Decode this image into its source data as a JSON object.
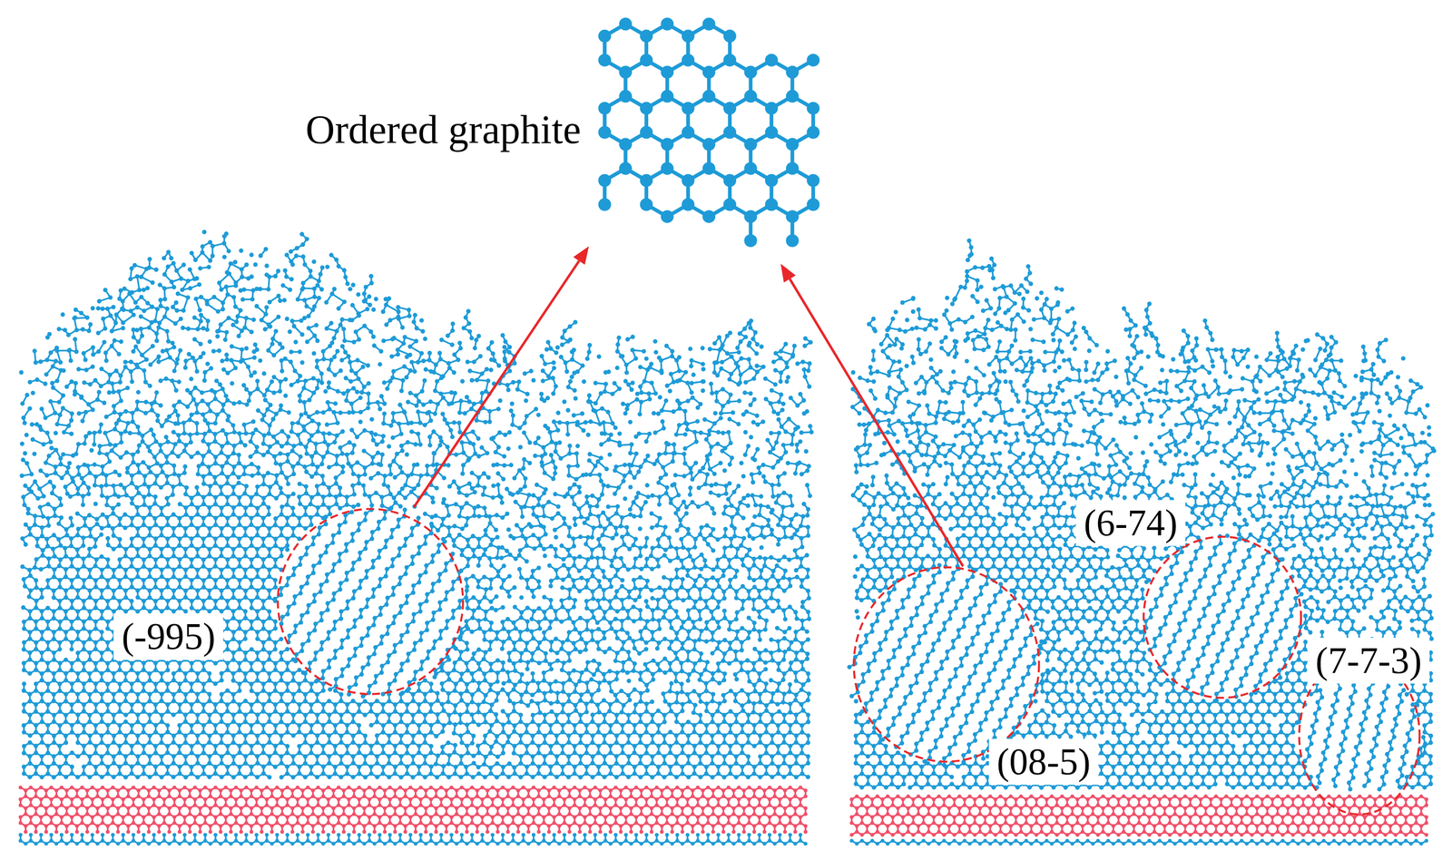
{
  "diagram": {
    "labels": [
      "Ordered graphite",
      "(-995)",
      "(6-74)",
      "(08-5)",
      "(7-7-3)"
    ]
  }
}
